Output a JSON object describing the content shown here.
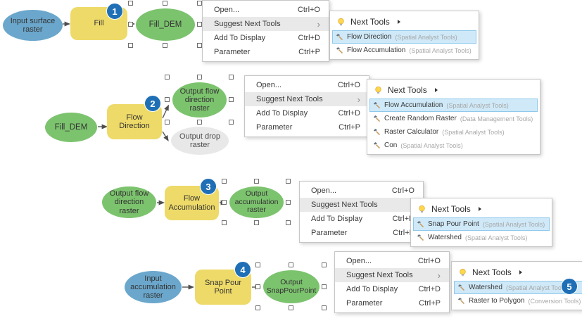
{
  "colors": {
    "input_node": "#6ba7cc",
    "tool_node": "#eeda68",
    "output_node": "#7cc36e",
    "unselected_output_node": "#e8e8e8",
    "step_badge": "#1e6fb5",
    "menu_highlight": "#e9e9e9",
    "suggestion_highlight_bg": "#cfe9f8",
    "suggestion_highlight_border": "#8fc9ec"
  },
  "context_menu": {
    "submenu_arrow": "›",
    "items": [
      {
        "label": "Open...",
        "shortcut": "Ctrl+O"
      },
      {
        "label": "Suggest Next Tools",
        "shortcut": ""
      },
      {
        "label": "Add To Display",
        "shortcut": "Ctrl+D"
      },
      {
        "label": "Parameter",
        "shortcut": "Ctrl+P"
      }
    ]
  },
  "submenu": {
    "header_label": "Next Tools"
  },
  "rows": [
    {
      "badge": "1",
      "input_node": "Input surface raster",
      "tool_node": "Fill",
      "output_node": "Fill_DEM",
      "suggestions": [
        {
          "name": "Flow Direction",
          "toolbox": "(Spatial Analyst Tools)"
        },
        {
          "name": "Flow Accumulation",
          "toolbox": "(Spatial Analyst Tools)"
        }
      ]
    },
    {
      "badge": "2",
      "input_node": "Fill_DEM",
      "tool_node": "Flow Direction",
      "output_node": "Output flow direction raster",
      "output_node2": "Output drop raster",
      "suggestions": [
        {
          "name": "Flow Accumulation",
          "toolbox": "(Spatial Analyst Tools)"
        },
        {
          "name": "Create Random Raster",
          "toolbox": "(Data Management Tools)"
        },
        {
          "name": "Raster Calculator",
          "toolbox": "(Spatial Analyst Tools)"
        },
        {
          "name": "Con",
          "toolbox": "(Spatial Analyst Tools)"
        }
      ]
    },
    {
      "badge": "3",
      "input_node": "Output flow direction raster",
      "tool_node": "Flow Accumulation",
      "output_node": "Output accumulation raster",
      "suggestions": [
        {
          "name": "Snap Pour Point",
          "toolbox": "(Spatial Analyst Tools)"
        },
        {
          "name": "Watershed",
          "toolbox": "(Spatial Analyst Tools)"
        }
      ]
    },
    {
      "badge": "4",
      "suggestion_badge": "5",
      "input_node": "Input accumulation raster",
      "tool_node": "Snap Pour Point",
      "output_node": "Output SnapPourPoint",
      "suggestions": [
        {
          "name": "Watershed",
          "toolbox": "(Spatial Analyst Tools)"
        },
        {
          "name": "Raster to Polygon",
          "toolbox": "(Conversion Tools)"
        }
      ]
    }
  ]
}
